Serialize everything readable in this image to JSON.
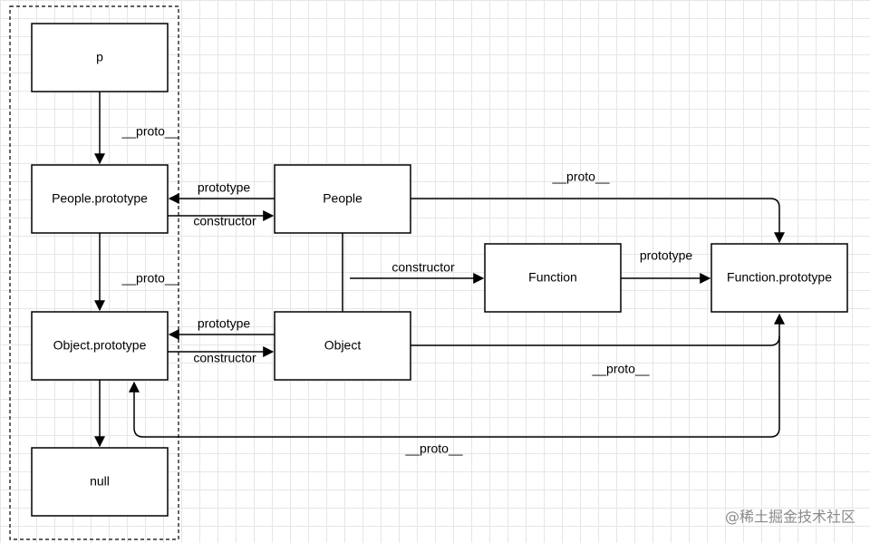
{
  "nodes": {
    "p": "p",
    "people_prototype": "People.prototype",
    "object_prototype": "Object.prototype",
    "null": "null",
    "people": "People",
    "object": "Object",
    "function": "Function",
    "function_prototype": "Function.prototype"
  },
  "edges": {
    "p_to_people_prototype": "__proto__",
    "people_prototype_to_object_prototype": "__proto__",
    "people_to_people_prototype": "prototype",
    "people_prototype_to_people": "constructor",
    "object_to_object_prototype": "prototype",
    "object_prototype_to_object": "constructor",
    "people_object_to_function": "constructor",
    "function_to_function_prototype": "prototype",
    "people_to_function_prototype": "__proto__",
    "object_to_function_prototype": "__proto__",
    "function_prototype_to_object_prototype": "__proto__"
  },
  "watermark": "@稀土掘金技术社区"
}
